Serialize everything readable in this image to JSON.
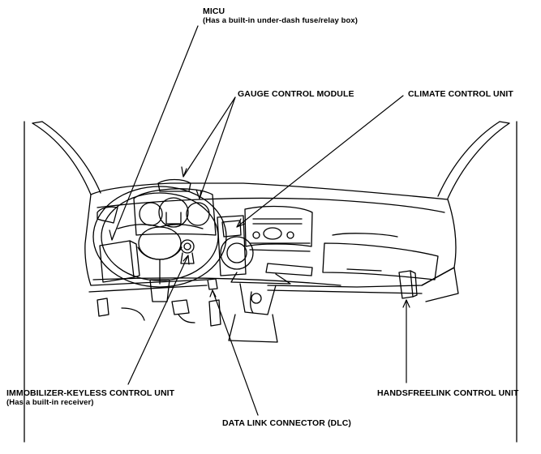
{
  "labels": {
    "micu": {
      "title": "MICU",
      "note": "(Has a built-in under-dash fuse/relay box)"
    },
    "gauge_control_module": {
      "title": "GAUGE CONTROL MODULE"
    },
    "climate_control_unit": {
      "title": "CLIMATE CONTROL UNIT"
    },
    "immobilizer_keyless_control_unit": {
      "title": "IMMOBILIZER-KEYLESS CONTROL UNIT",
      "note": "(Has a built-in receiver)"
    },
    "data_link_connector": {
      "title": "DATA LINK CONNECTOR (DLC)"
    },
    "handsfreelink_control_unit": {
      "title": "HANDSFREELINK CONTROL UNIT"
    }
  }
}
